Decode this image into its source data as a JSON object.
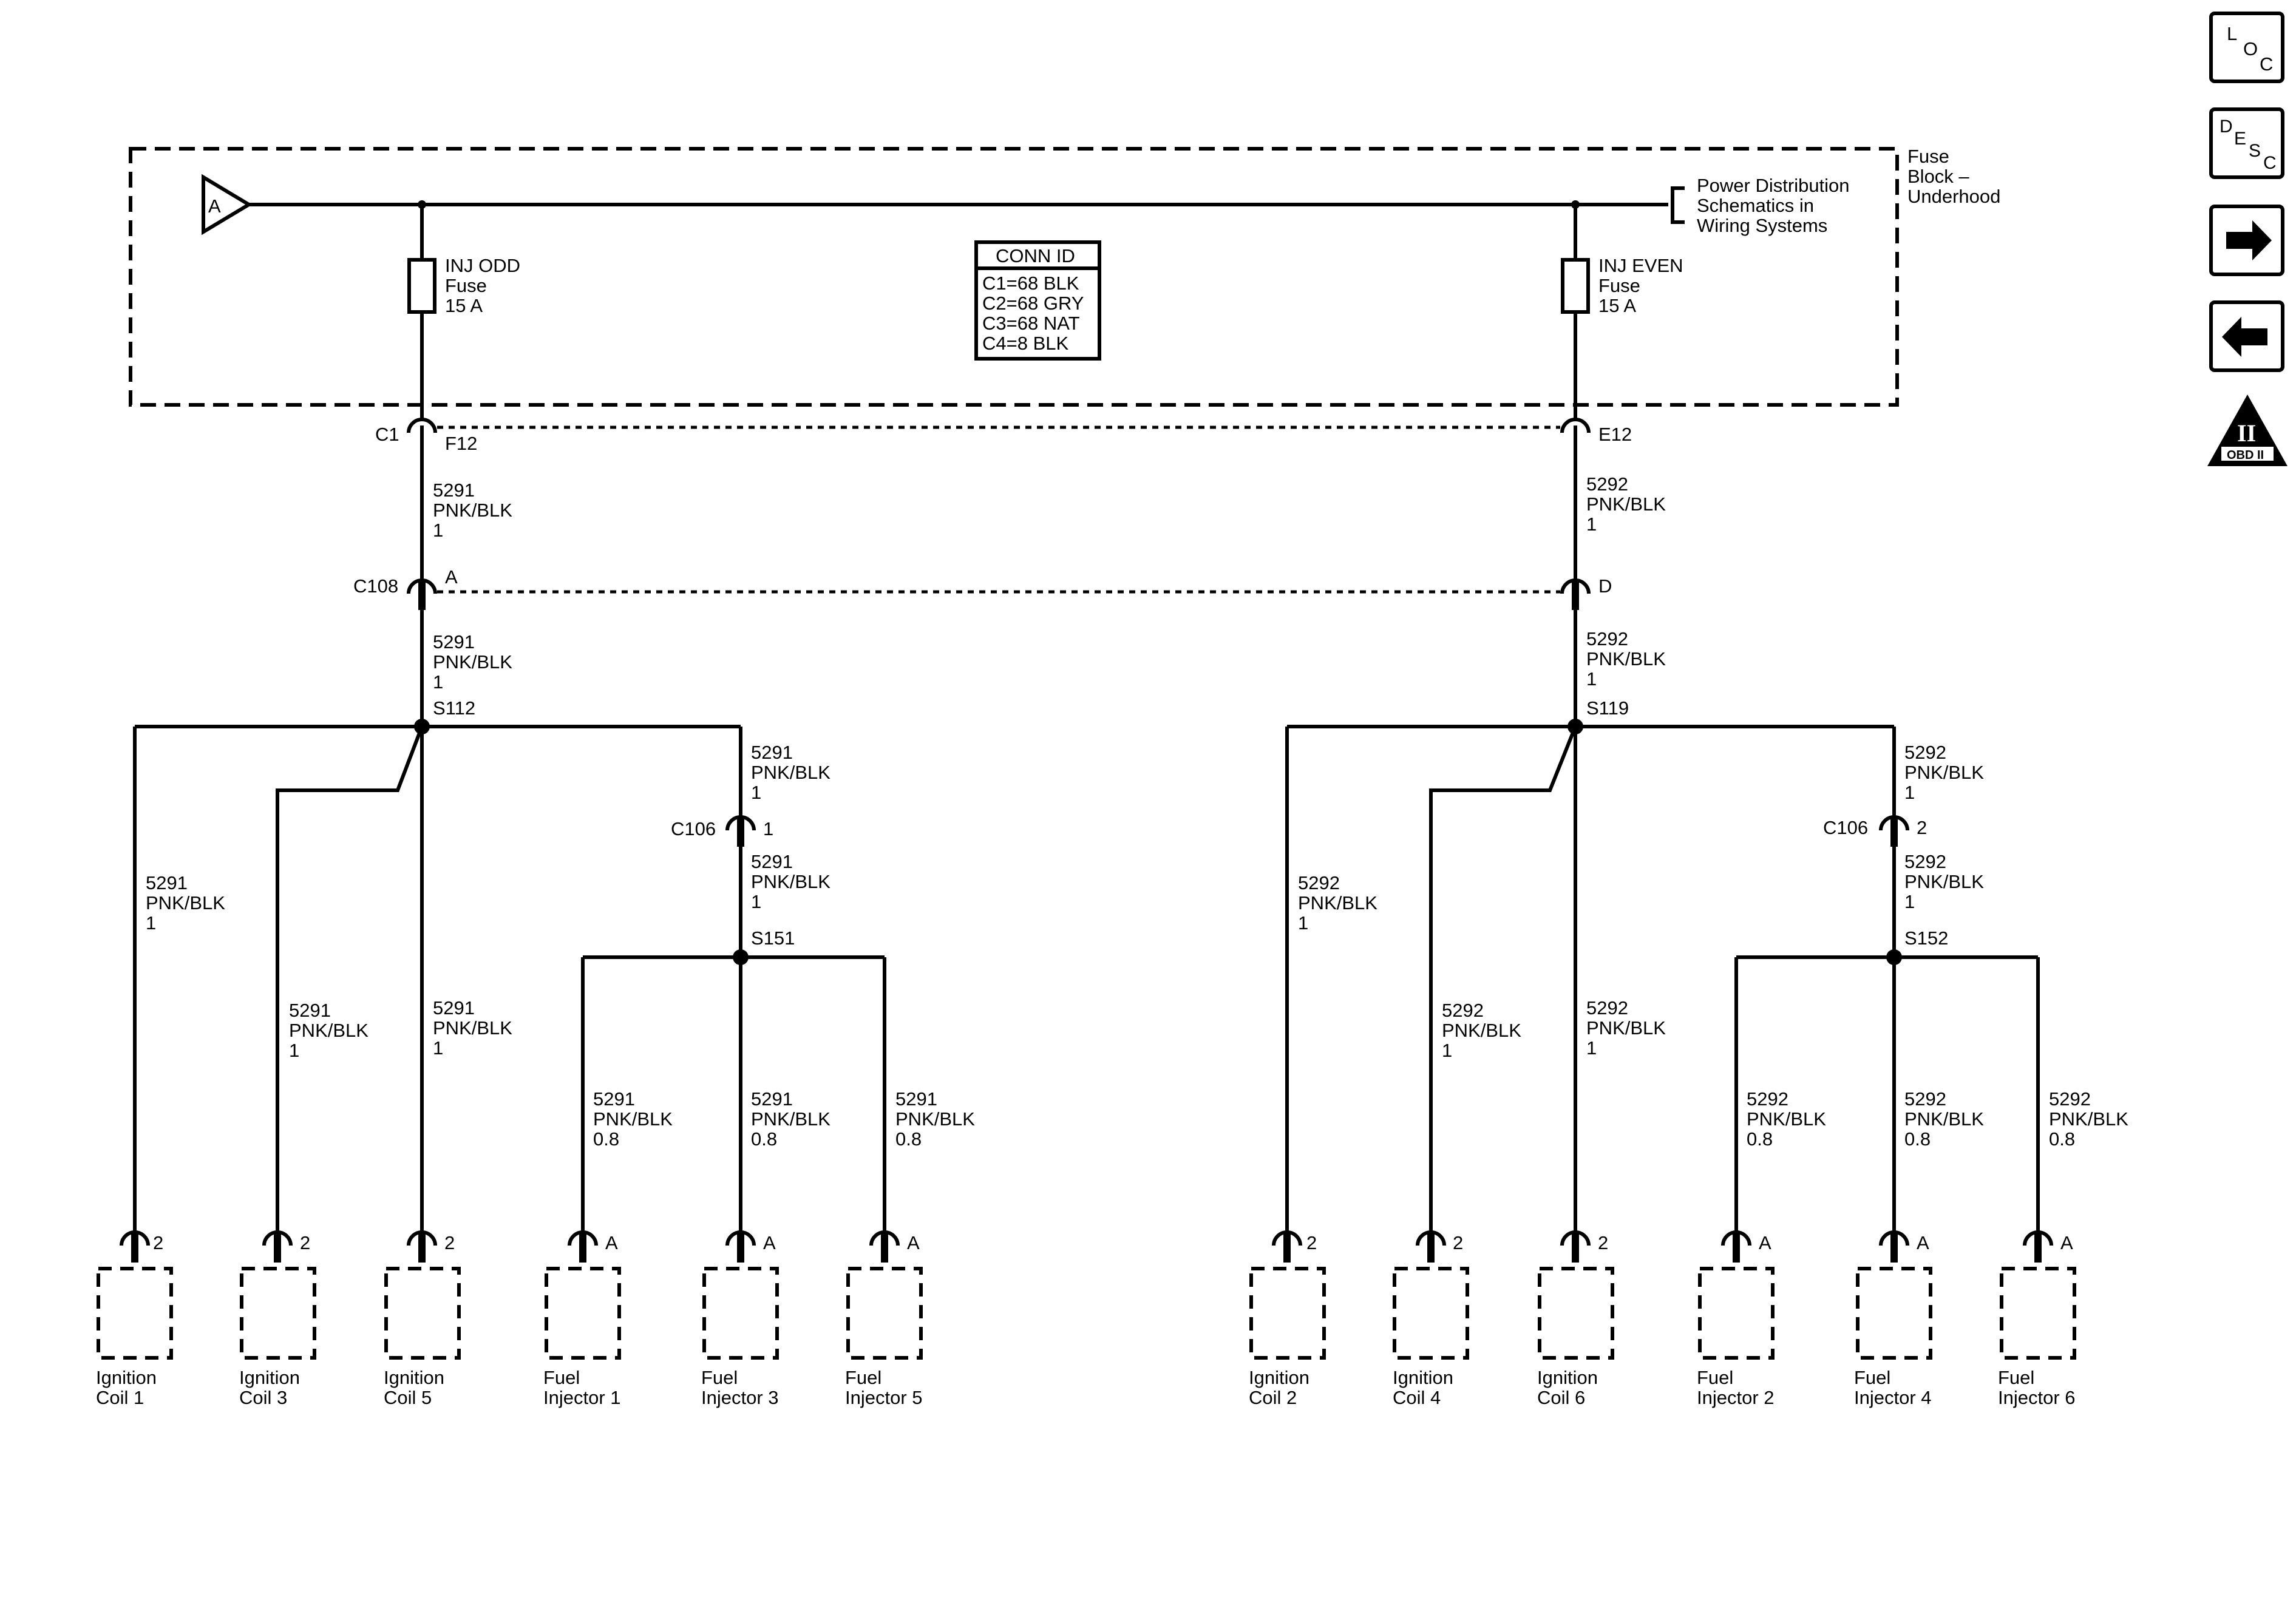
{
  "nav": {
    "loc_letters": [
      "L",
      "O",
      "C"
    ],
    "desc_letters": [
      "D",
      "E",
      "S",
      "C"
    ],
    "next_icon": "right-arrow-icon",
    "prev_icon": "left-arrow-icon",
    "obd_numeral": "II",
    "obd_label": "OBD II"
  },
  "fuse_block": {
    "label_lines": [
      "Fuse",
      "Block –",
      "Underhood"
    ],
    "power_ref_letter": "A",
    "power_ref_lines": [
      "Power Distribution",
      "Schematics in",
      "Wiring Systems"
    ],
    "fuse_odd_lines": [
      "INJ ODD",
      "Fuse",
      "15 A"
    ],
    "fuse_even_lines": [
      "INJ EVEN",
      "Fuse",
      "15 A"
    ],
    "conn_id_title": "CONN ID",
    "conn_id_rows": [
      "C1=68 BLK",
      "C2=68 GRY",
      "C3=68 NAT",
      "C4=8 BLK"
    ]
  },
  "connectors": {
    "c1": "C1",
    "f12": "F12",
    "e12": "E12",
    "c108": "C108",
    "c108_odd_pin": "A",
    "c108_even_pin": "D",
    "c106_odd": "C106",
    "c106_odd_pin": "1",
    "c106_even": "C106",
    "c106_even_pin": "2"
  },
  "splices": {
    "s112": "S112",
    "s151": "S151",
    "s119": "S119",
    "s152": "S152"
  },
  "wire_labels": {
    "odd_f12_c108": [
      "5291",
      "PNK/BLK",
      "1"
    ],
    "odd_c108_s112": [
      "5291",
      "PNK/BLK",
      "1"
    ],
    "odd_s112_c106": [
      "5291",
      "PNK/BLK",
      "1"
    ],
    "odd_c106_s151": [
      "5291",
      "PNK/BLK",
      "1"
    ],
    "odd_coil1": [
      "5291",
      "PNK/BLK",
      "1"
    ],
    "odd_coil3": [
      "5291",
      "PNK/BLK",
      "1"
    ],
    "odd_coil5": [
      "5291",
      "PNK/BLK",
      "1"
    ],
    "odd_inj1": [
      "5291",
      "PNK/BLK",
      "0.8"
    ],
    "odd_inj3": [
      "5291",
      "PNK/BLK",
      "0.8"
    ],
    "odd_inj5": [
      "5291",
      "PNK/BLK",
      "0.8"
    ],
    "even_e12_c108": [
      "5292",
      "PNK/BLK",
      "1"
    ],
    "even_c108_s119": [
      "5292",
      "PNK/BLK",
      "1"
    ],
    "even_s119_c106": [
      "5292",
      "PNK/BLK",
      "1"
    ],
    "even_c106_s152": [
      "5292",
      "PNK/BLK",
      "1"
    ],
    "even_coil2": [
      "5292",
      "PNK/BLK",
      "1"
    ],
    "even_coil4": [
      "5292",
      "PNK/BLK",
      "1"
    ],
    "even_coil6": [
      "5292",
      "PNK/BLK",
      "1"
    ],
    "even_inj2": [
      "5292",
      "PNK/BLK",
      "0.8"
    ],
    "even_inj4": [
      "5292",
      "PNK/BLK",
      "0.8"
    ],
    "even_inj6": [
      "5292",
      "PNK/BLK",
      "0.8"
    ]
  },
  "components": {
    "coil1": {
      "pin": "2",
      "lines": [
        "Ignition",
        "Coil 1"
      ]
    },
    "coil3": {
      "pin": "2",
      "lines": [
        "Ignition",
        "Coil 3"
      ]
    },
    "coil5": {
      "pin": "2",
      "lines": [
        "Ignition",
        "Coil 5"
      ]
    },
    "inj1": {
      "pin": "A",
      "lines": [
        "Fuel",
        "Injector 1"
      ]
    },
    "inj3": {
      "pin": "A",
      "lines": [
        "Fuel",
        "Injector 3"
      ]
    },
    "inj5": {
      "pin": "A",
      "lines": [
        "Fuel",
        "Injector 5"
      ]
    },
    "coil2": {
      "pin": "2",
      "lines": [
        "Ignition",
        "Coil 2"
      ]
    },
    "coil4": {
      "pin": "2",
      "lines": [
        "Ignition",
        "Coil 4"
      ]
    },
    "coil6": {
      "pin": "2",
      "lines": [
        "Ignition",
        "Coil 6"
      ]
    },
    "inj2": {
      "pin": "A",
      "lines": [
        "Fuel",
        "Injector 2"
      ]
    },
    "inj4": {
      "pin": "A",
      "lines": [
        "Fuel",
        "Injector 4"
      ]
    },
    "inj6": {
      "pin": "A",
      "lines": [
        "Fuel",
        "Injector 6"
      ]
    }
  }
}
